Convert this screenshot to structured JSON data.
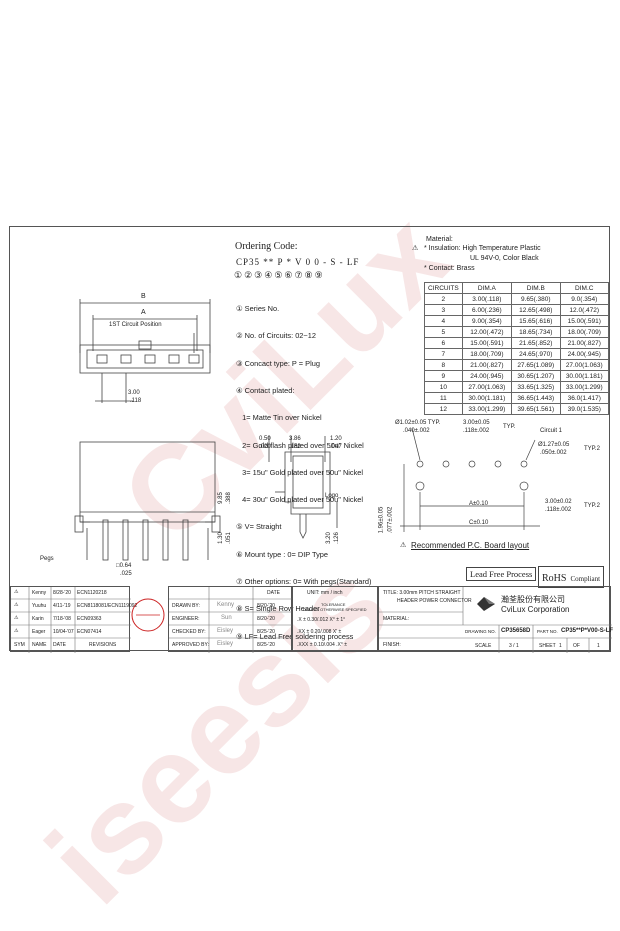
{
  "ordering": {
    "title": "Ordering Code:",
    "code_parts": [
      "CP35",
      "**",
      "P",
      "*",
      "V",
      "0",
      "0",
      "-",
      "S",
      "-",
      "LF"
    ],
    "circle_numbers": [
      "①",
      "②",
      "③",
      "④",
      "⑤",
      "⑥",
      "⑦",
      "⑧",
      "⑨"
    ],
    "lines": [
      "① Series No.",
      "② No. of Circuits: 02~12",
      "③ Concact type: P = Plug",
      "④ Contact plated:",
      "   1= Matte Tin over Nickel",
      "   2= Gold flash plated over 50u\" Nickel",
      "   3= 15u\" Gold plated over 50u\" Nickel",
      "   4= 30u\" Gold plated over 50u\" Nickel",
      "⑤ V= Straight",
      "⑥ Mount type : 0= DIP Type",
      "⑦ Other options: 0= With pegs(Standard)",
      "⑧ S= Single Row Header",
      "⑨ LF= Lead Free soldering process"
    ]
  },
  "material": {
    "title": "Material:",
    "insulation": "* Insulation: High Temperature Plastic",
    "insulation2": "UL 94V-0, Color Black",
    "contact": "* Contact: Brass"
  },
  "dim_table": {
    "headers": [
      "CIRCUITS",
      "DIM.A",
      "DIM.B",
      "DIM.C"
    ],
    "rows": [
      [
        "2",
        "3.00(.118)",
        "9.65(.380)",
        "9.0(.354)"
      ],
      [
        "3",
        "6.00(.236)",
        "12.65(.498)",
        "12.0(.472)"
      ],
      [
        "4",
        "9.00(.354)",
        "15.65(.616)",
        "15.00(.591)"
      ],
      [
        "5",
        "12.00(.472)",
        "18.65(.734)",
        "18.00(.709)"
      ],
      [
        "6",
        "15.00(.591)",
        "21.65(.852)",
        "21.00(.827)"
      ],
      [
        "7",
        "18.00(.709)",
        "24.65(.970)",
        "24.00(.945)"
      ],
      [
        "8",
        "21.00(.827)",
        "27.65(1.089)",
        "27.00(1.063)"
      ],
      [
        "9",
        "24.00(.945)",
        "30.65(1.207)",
        "30.00(1.181)"
      ],
      [
        "10",
        "27.00(1.063)",
        "33.65(1.325)",
        "33.00(1.299)"
      ],
      [
        "11",
        "30.00(1.181)",
        "36.65(1.443)",
        "36.0(1.417)"
      ],
      [
        "12",
        "33.00(1.299)",
        "39.65(1.561)",
        "39.0(1.535)"
      ]
    ]
  },
  "drawing_labels": {
    "dim_b": "B",
    "dim_a": "A",
    "first_circuit": "1ST Circuit Position",
    "pitch_mm": "3.00",
    "pitch_in": ".118",
    "d050": "0.50",
    "d020": ".020",
    "d386": "3.86",
    "d152": ".152",
    "d120": "1.20",
    "d047": ".047",
    "d985": "9.85",
    "d388": ".388",
    "d130": "1.30",
    "d051": ".051",
    "d320": "3.20",
    "d126": ".126",
    "logo": "Logo",
    "pegs": "Pegs",
    "sq064": "□0.64",
    "sq025": ".025",
    "pcb_hole": "Ø1.02±0.05 TYP.",
    "pcb_hole_in": ".040±.002",
    "pcb_pitch": "3.00±0.05",
    "pcb_pitch_in": ".118±.002",
    "typ": "TYP.",
    "circuit1": "Circuit 1",
    "peg_hole": "Ø1.27±0.05",
    "peg_hole_in": ".050±.002",
    "typ2": "TYP.2",
    "peg_pitch": "3.00±0.02",
    "peg_pitch_in": ".118±.002",
    "typ2b": "TYP.2",
    "a_tol": "A±0.10",
    "c_tol": "C±0.10",
    "d196": "1.96±0.05",
    "d077": ".077±.002",
    "pcb_title": "Recommended P.C. Board layout"
  },
  "badges": {
    "lead_free": "Lead Free Process",
    "rohs": "RoHS",
    "rohs_sub": "Compliant"
  },
  "revisions": {
    "rows": [
      [
        "",
        "Kenny",
        "8/28-'20",
        "ECN1120218"
      ],
      [
        "",
        "Yuuhu",
        "4/11-'19",
        "ECN8118081/ECN1119092"
      ],
      [
        "",
        "Karin",
        "7/18-'08",
        "ECN09363"
      ],
      [
        "",
        "Eager",
        "10/04-'07",
        "ECN07414"
      ]
    ],
    "footer": [
      "SYM",
      "NAME",
      "DATE",
      "REVISIONS"
    ]
  },
  "signoff": {
    "drawn_label": "DRAWN BY:",
    "drawn": "Kenny",
    "drawn_date": "8/20-'20",
    "engineer_label": "ENGINEER:",
    "engineer": "Sun",
    "engineer_date": "8/20-'20",
    "checked_label": "CHECKED BY:",
    "checked": "Eisley",
    "checked_date": "8/25-'20",
    "approved_label": "APPROVED BY:",
    "approved": "Eisley",
    "approved_date": "8/25-'20",
    "date_header": "DATE"
  },
  "tolerance": {
    "unit": "UNIT: mm / inch",
    "title": "TOLERANCE",
    "sub": "UNLESS OTHERWISE SPECIFIED",
    "r1": ".X ± 0.30/.012  X° ± 1°",
    "r2": ".XX ± 0.20/.008  X' ±",
    "r3": ".XXX ± 0.10/.004  .X° ±"
  },
  "title_block": {
    "title": "TITLE: 3.00mm PITCH STRAIGHT",
    "title2": "HEADER POWER CONNECTOR",
    "material_label": "MATERIAL:",
    "finish_label": "FINISH:",
    "company_cn": "瀚荃股份有限公司",
    "company_en": "CviLux Corporation",
    "drawing_no_label": "DRAWING NO.",
    "drawing_no": "CP35658D",
    "part_no_label": "PART NO.",
    "part_no": "CP35**P*V00-S-LF",
    "scale_label": "SCALE",
    "scale": "3 / 1",
    "sheet_label": "SHEET",
    "sheet": "1",
    "of_label": "OF",
    "of": "1"
  },
  "watermarks": [
    "CviLux",
    "iseesis"
  ],
  "colors": {
    "watermark": "#be3c3c",
    "line": "#444444",
    "stamp": "#cc2222"
  }
}
